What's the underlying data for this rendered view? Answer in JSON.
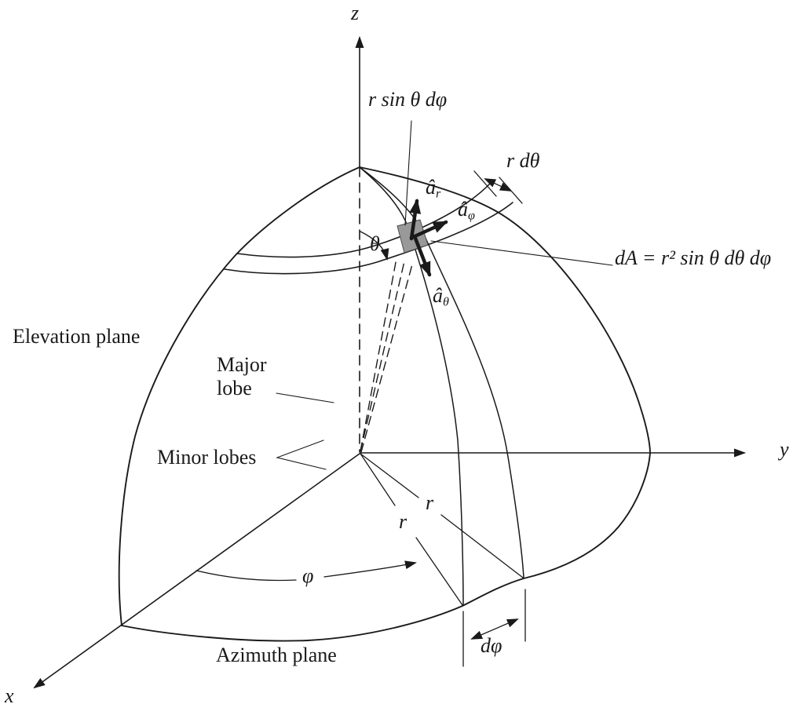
{
  "figure": {
    "background": "#ffffff",
    "line_color": "#1a1a1a",
    "patch_color": "#999999"
  },
  "axes": {
    "z": "z",
    "y": "y",
    "x": "x"
  },
  "labels": {
    "r_sin_theta_dphi": "r sin θ dφ",
    "r_dtheta": "r dθ",
    "dA_formula": "dA = r² sin θ dθ dφ",
    "theta": "θ",
    "phi": "φ",
    "dphi": "dφ",
    "r_far": "r",
    "r_near": "r",
    "elevation_plane": "Elevation plane",
    "major_lobe": "Major\nlobe",
    "minor_lobes": "Minor lobes",
    "azimuth_plane": "Azimuth plane"
  },
  "unit_vectors": {
    "a_r": {
      "base": "â",
      "sub": "r"
    },
    "a_phi": {
      "base": "â",
      "sub": "φ"
    },
    "a_theta": {
      "base": "â",
      "sub": "θ"
    }
  }
}
